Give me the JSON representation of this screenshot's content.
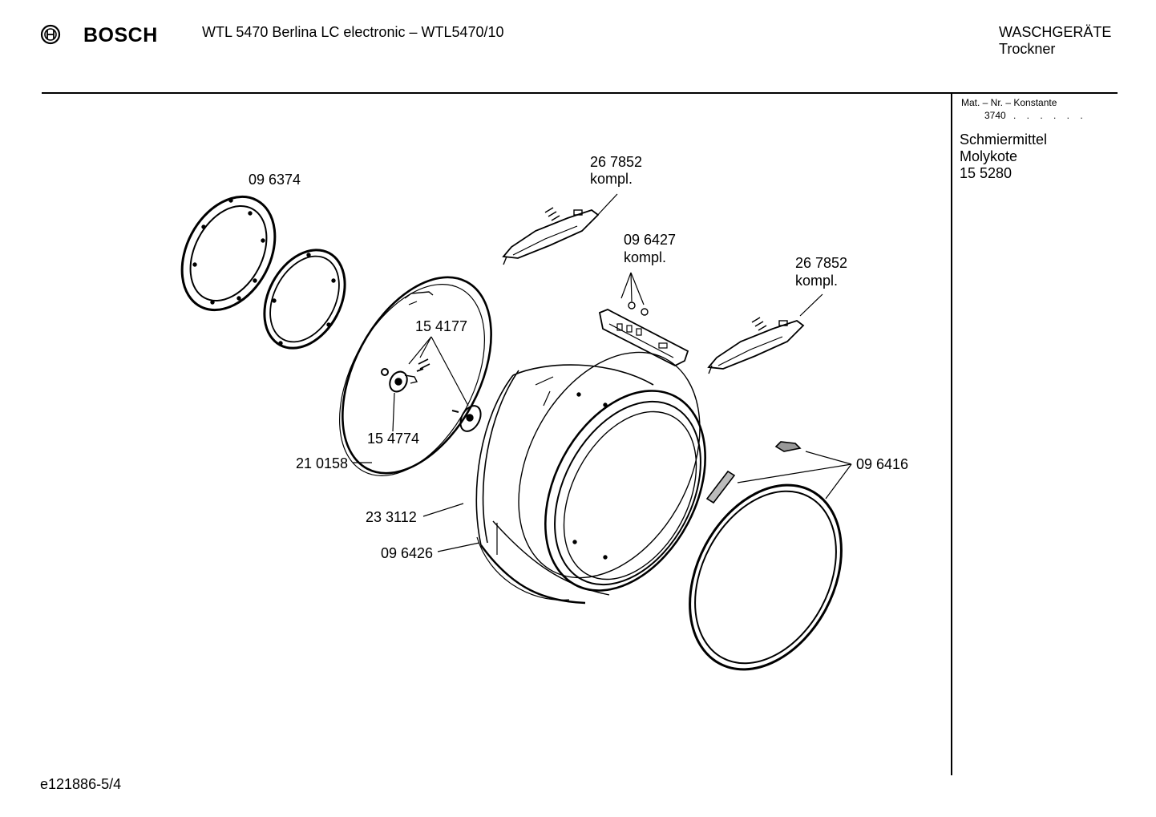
{
  "header": {
    "brand": "BOSCH",
    "model": "WTL 5470 Berlina LC electronic – WTL5470/10",
    "category_main": "WASCHGERÄTE",
    "category_sub": "Trockner"
  },
  "sidebar": {
    "mat_label": "Mat. – Nr. – Konstante",
    "mat_value": "3740",
    "mat_dots": ". . . . . .",
    "lubricant_title": "Schmiermittel",
    "lubricant_name": "Molykote",
    "lubricant_number": "15 5280"
  },
  "parts": {
    "p096374": "09 6374",
    "p267852a": "26 7852",
    "p267852a_note": "kompl.",
    "p096427": "09 6427",
    "p096427_note": "kompl.",
    "p267852b": "26 7852",
    "p267852b_note": "kompl.",
    "p154177": "15 4177",
    "p154774": "15 4774",
    "p210158": "21 0158",
    "p096416": "09 6416",
    "p233112": "23 3112",
    "p096426": "09 6426"
  },
  "footer": {
    "doc_id": "e121886-5/4"
  }
}
